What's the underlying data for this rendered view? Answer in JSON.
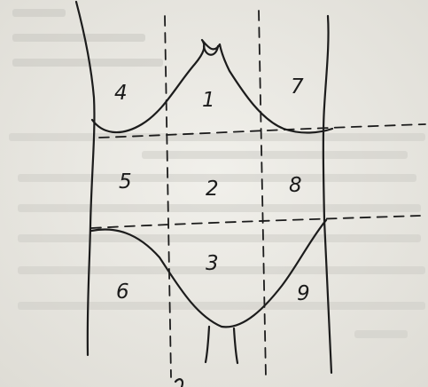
{
  "background_color": "#e9e8e3",
  "ink_color": "#1c1c1c",
  "bleed_color": "#b9b8b2",
  "regions": [
    {
      "label": "1"
    },
    {
      "label": "2"
    },
    {
      "label": "3"
    },
    {
      "label": "4"
    },
    {
      "label": "5"
    },
    {
      "label": "6"
    },
    {
      "label": "7"
    },
    {
      "label": "8"
    },
    {
      "label": "9"
    }
  ]
}
